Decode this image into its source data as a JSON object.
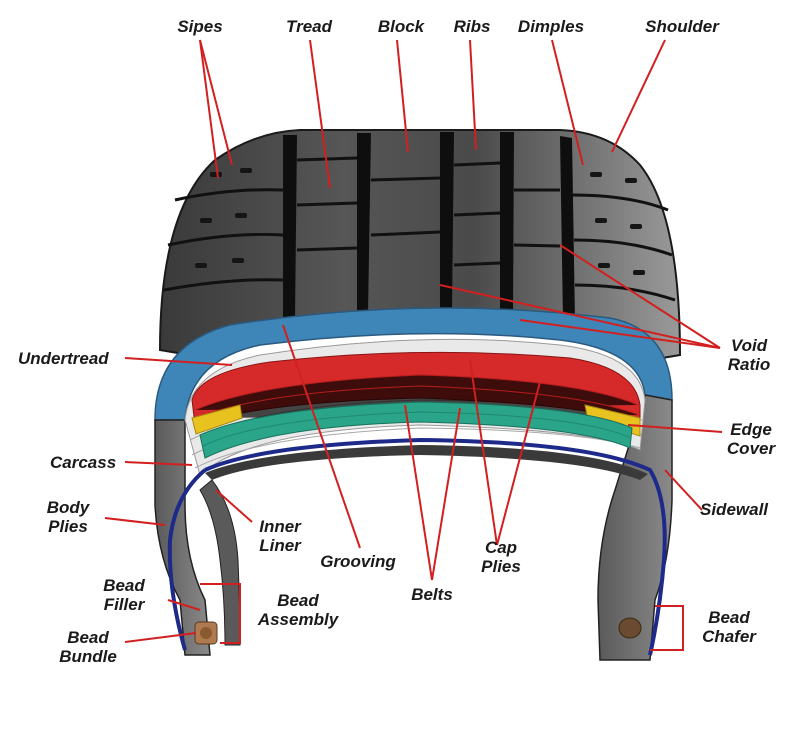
{
  "labels": {
    "sipes": "Sipes",
    "tread": "Tread",
    "block": "Block",
    "ribs": "Ribs",
    "dimples": "Dimples",
    "shoulder": "Shoulder",
    "void_ratio_line1": "Void",
    "void_ratio_line2": "Ratio",
    "undertread": "Undertread",
    "edge_cover_line1": "Edge",
    "edge_cover_line2": "Cover",
    "carcass": "Carcass",
    "sidewall": "Sidewall",
    "body_plies_line1": "Body",
    "body_plies_line2": "Plies",
    "inner_liner_line1": "Inner",
    "inner_liner_line2": "Liner",
    "grooving": "Grooving",
    "cap_plies_line1": "Cap",
    "cap_plies_line2": "Plies",
    "belts": "Belts",
    "bead_filler_line1": "Bead",
    "bead_filler_line2": "Filler",
    "bead_assembly_line1": "Bead",
    "bead_assembly_line2": "Assembly",
    "bead_bundle_line1": "Bead",
    "bead_bundle_line2": "Bundle",
    "bead_chafer_line1": "Bead",
    "bead_chafer_line2": "Chafer"
  },
  "colors": {
    "tread_rubber": "#2b2b2b",
    "undertread": "#3f86b8",
    "cap_plies": "#d62a2a",
    "belts": "#2aa58a",
    "edge_cover": "#e8c21e",
    "inner_liner": "#1e2a8a",
    "leader_line": "#d21f1f",
    "bead_bundle": "#b07a50"
  }
}
